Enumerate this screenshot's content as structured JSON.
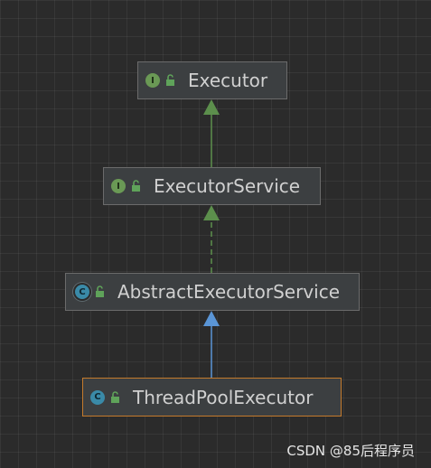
{
  "diagram": {
    "nodes": [
      {
        "id": "executor",
        "name": "Executor",
        "kind": "interface",
        "badge": "I"
      },
      {
        "id": "executor-service",
        "name": "ExecutorService",
        "kind": "interface",
        "badge": "I"
      },
      {
        "id": "abstract-executor-service",
        "name": "AbstractExecutorService",
        "kind": "abstract-class",
        "badge": "C"
      },
      {
        "id": "thread-pool-executor",
        "name": "ThreadPoolExecutor",
        "kind": "class",
        "badge": "C",
        "selected": true
      }
    ],
    "edges": [
      {
        "from": "executor-service",
        "to": "executor",
        "type": "extends",
        "style": "solid",
        "color": "#5c8f4c"
      },
      {
        "from": "abstract-executor-service",
        "to": "executor-service",
        "type": "implements",
        "style": "dashed",
        "color": "#5c8f4c"
      },
      {
        "from": "thread-pool-executor",
        "to": "abstract-executor-service",
        "type": "extends",
        "style": "solid",
        "color": "#5a95d6"
      }
    ]
  },
  "colors": {
    "background": "#2b2b2b",
    "interface_badge": "#6a9955",
    "class_badge": "#3a8aa8",
    "selection_border": "#c47a2c",
    "lock": "#5fa35a"
  },
  "watermark": "CSDN @85后程序员"
}
